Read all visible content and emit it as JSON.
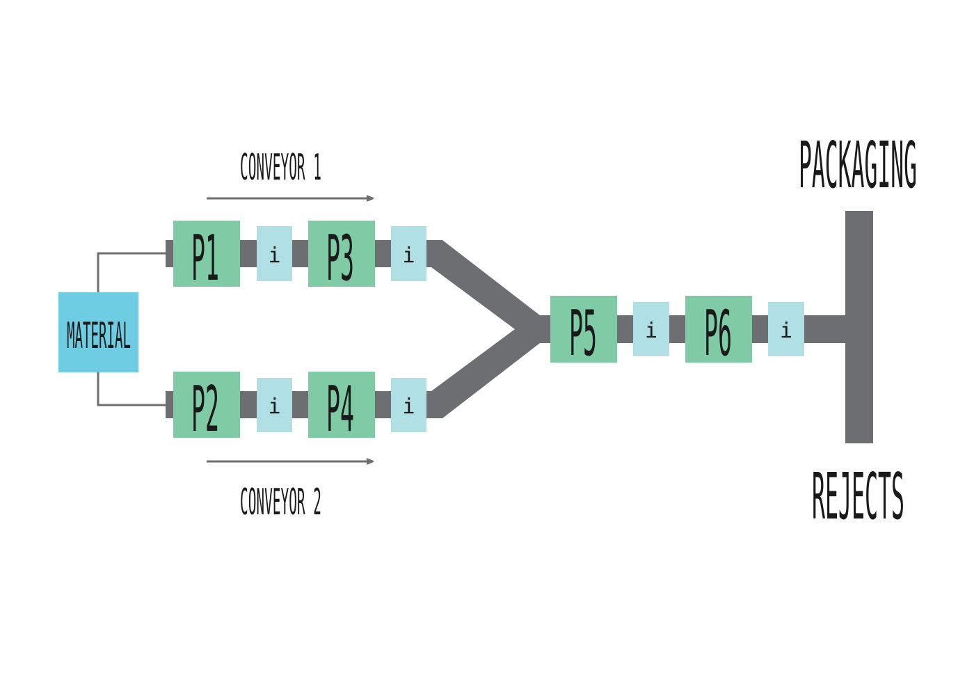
{
  "colors": {
    "conveyor": "#6d6e71",
    "process": "#7ecba6",
    "inspection": "#b0e0e4",
    "material": "#6ecde2",
    "text": "#1a1a1a"
  },
  "source": {
    "label": "MATERIAL"
  },
  "conveyors": [
    {
      "label": "CONVEYOR 1",
      "stations": [
        "P1",
        "i",
        "P3",
        "i"
      ]
    },
    {
      "label": "CONVEYOR 2",
      "stations": [
        "P2",
        "i",
        "P4",
        "i"
      ]
    }
  ],
  "merged_line": {
    "stations": [
      "P5",
      "i",
      "P6",
      "i"
    ]
  },
  "outputs": {
    "top": "PACKAGING",
    "bottom": "REJECTS"
  }
}
